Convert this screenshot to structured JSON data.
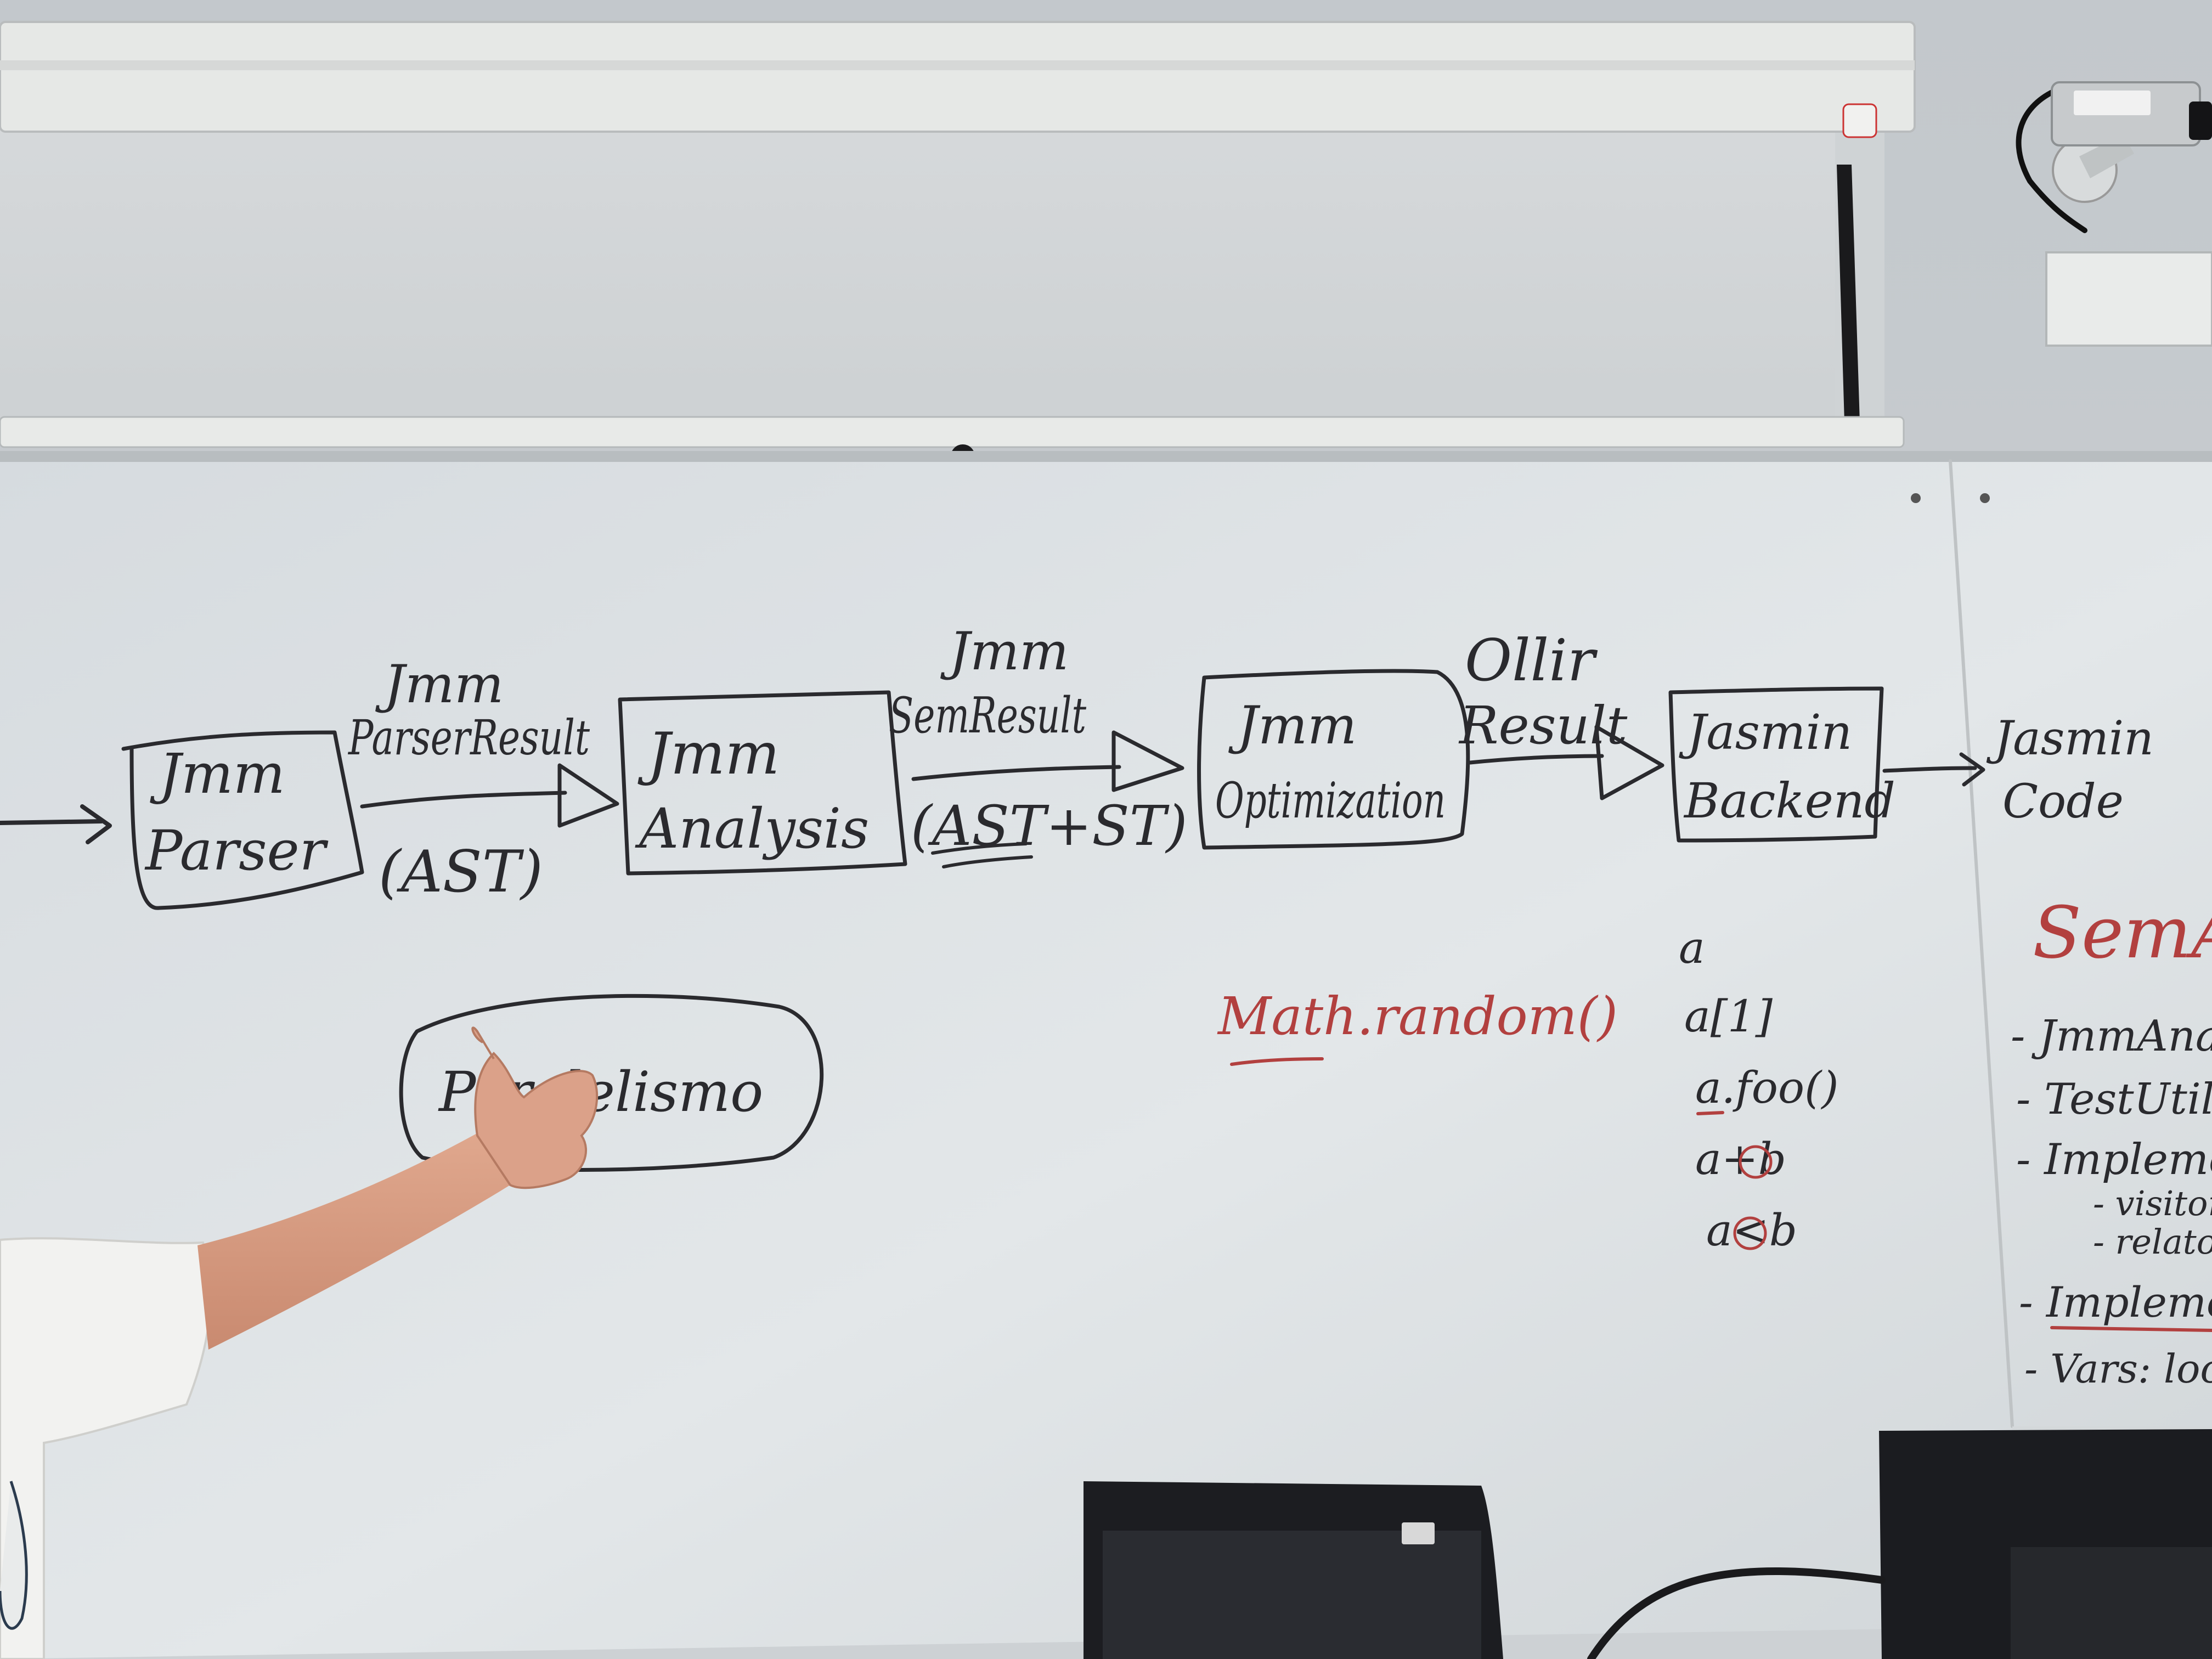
{
  "colors": {
    "wall": "#c6cbcf",
    "screen_case": "#e4e6e4",
    "screen_fabric": "#d2d6d8",
    "whiteboard": "#dfe3e6",
    "ink_black": "#2a2a2e",
    "ink_red": "#b2403f",
    "skin": "#d79b82",
    "monitor": "#1c1d21"
  },
  "diagram": {
    "input_arrow": "",
    "box_parser": {
      "line1": "Jmm",
      "line2": "Parser"
    },
    "edge_parser": {
      "top1": "Jmm",
      "top2": "ParserResult",
      "bottom": "(AST)"
    },
    "box_analysis": {
      "line1": "Jmm",
      "line2": "Analysis"
    },
    "edge_analysis": {
      "top1": "Jmm",
      "top2": "SemResult",
      "bottom": "(AST+ST)"
    },
    "box_optimization": {
      "line1": "Jmm",
      "line2": "Optimization"
    },
    "edge_optimization": {
      "top1": "Ollir",
      "top2": "Result"
    },
    "box_backend": {
      "line1": "Jasmin",
      "line2": "Backend"
    },
    "output": {
      "line1": "Jasmin",
      "line2": "Code"
    }
  },
  "bubble": {
    "text": "Paralelismo"
  },
  "math_random": "Math.random()",
  "expressions": [
    "a",
    "a[1]",
    "a.foo()",
    "a+b",
    "a<b"
  ],
  "right_panel": {
    "heading": "SemA",
    "items": [
      "- JmmAnalys",
      "- TestUtils.",
      "- Implementa",
      "- visitors",
      "- relaton",
      "- Implementar",
      "- Vars: locai"
    ]
  },
  "icons": [
    "security-camera-icon",
    "hand-icon"
  ]
}
